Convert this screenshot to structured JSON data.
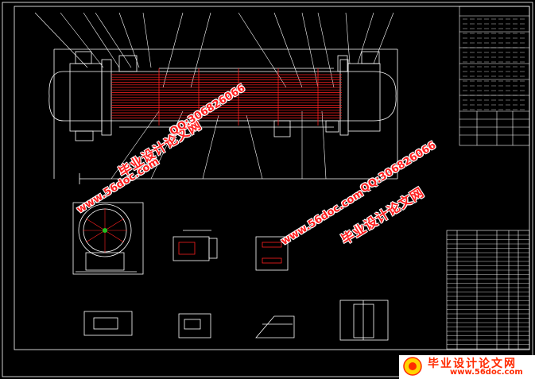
{
  "watermarks": {
    "site_cn": "毕业设计论文网",
    "url": "www.56doc.com",
    "qq": "QQ:306826066"
  },
  "brand": {
    "title": "毕业设计论文网",
    "url": "www.56doc.com"
  },
  "colors": {
    "background": "#000000",
    "line": "#ffffff",
    "tube_red": "#ff2020",
    "watermark_red": "#ff1f1f",
    "brand_red": "#ff2a00"
  }
}
